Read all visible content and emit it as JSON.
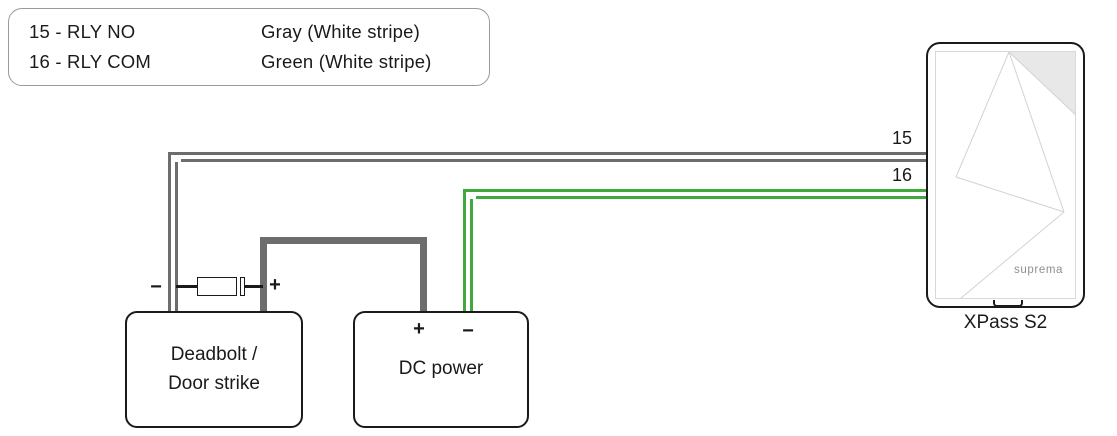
{
  "legend": {
    "rows": [
      {
        "pin": "15 -  RLY NO",
        "color": "Gray (White  stripe)"
      },
      {
        "pin": "16 -  RLY COM",
        "color": "Green (White  stripe)"
      }
    ]
  },
  "wires": [
    {
      "label": "15",
      "name": "relay-no-wire",
      "color_name": "gray",
      "color": "#6d6d6d",
      "from": "XPass S2 pin 15",
      "to": "Deadbolt / Door strike (−)"
    },
    {
      "label": "16",
      "name": "relay-com-wire",
      "color_name": "green",
      "color": "#3fa93f",
      "from": "XPass S2 pin 16",
      "to": "DC power (−)"
    },
    {
      "label": "",
      "name": "power-bridge-wire",
      "color_name": "gray-solid",
      "color": "#6d6d6d",
      "from": "Deadbolt / Door strike (+)",
      "to": "DC power (+)"
    }
  ],
  "deadbolt": {
    "lines": [
      "Deadbolt /",
      "Door strike"
    ],
    "terminal_minus": "−",
    "terminal_plus": "+"
  },
  "dc_power": {
    "lines": [
      "DC power"
    ],
    "terminal_plus": "+",
    "terminal_minus": "−"
  },
  "diode": {
    "name": "flyback-diode"
  },
  "reader": {
    "caption": "XPass S2",
    "logo": "suprema",
    "pin_labels": [
      "15",
      "16"
    ]
  },
  "colors": {
    "gray_wire": "#6d6d6d",
    "green_wire": "#3fa93f",
    "outline": "#1a1a1a",
    "legend_border": "#9a9a9e",
    "panel_line": "#d8d8d8",
    "panel_shade": "#e8e8e8",
    "logo_text": "#8f8f8f",
    "background": "#ffffff"
  }
}
